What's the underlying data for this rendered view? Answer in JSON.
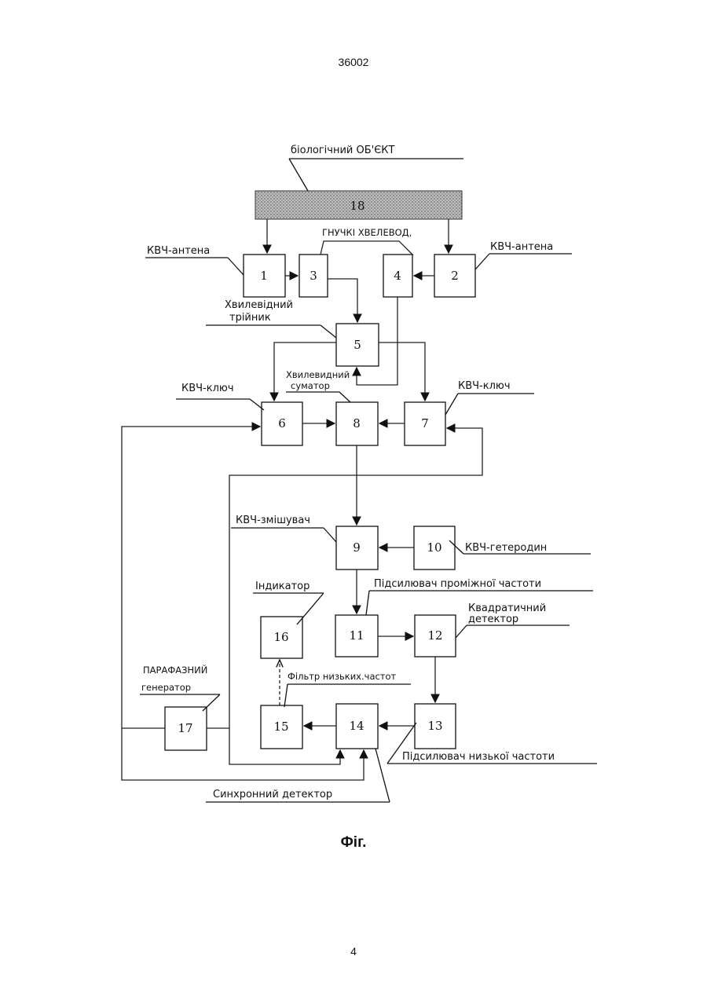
{
  "page": {
    "top_number": "36002",
    "bottom_number": "4",
    "caption": "Фіг."
  },
  "blocks": {
    "b1": "1",
    "b2": "2",
    "b3": "3",
    "b4": "4",
    "b5": "5",
    "b6": "6",
    "b7": "7",
    "b8": "8",
    "b9": "9",
    "b10": "10",
    "b11": "11",
    "b12": "12",
    "b13": "13",
    "b14": "14",
    "b15": "15",
    "b16": "16",
    "b17": "17",
    "b18": "18"
  },
  "labels": {
    "bio_object": "біологічний ОБ'ЄКТ",
    "flexible_waveguides": "ГНУЧКІ ХВЕЛЕВОД,",
    "ehf_antenna_left": "КВЧ-антена",
    "ehf_antenna_right": "КВЧ-антена",
    "waveguide_tee_1": "Хвилевідний",
    "waveguide_tee_2": "трійник",
    "waveguide_adder_1": "Хвилевидний",
    "waveguide_adder_2": "суматор",
    "ehf_switch_left": "КВЧ-ключ",
    "ehf_switch_right": "КВЧ-ключ",
    "ehf_mixer": "КВЧ-змішувач",
    "ehf_heterodyne": "КВЧ-гетеродин",
    "if_amplifier": "Підсилювач проміжної частоти",
    "indicator": "Індикатор",
    "square_detector_1": "Квадратичний",
    "square_detector_2": "детектор",
    "paraphase_gen_1": "ПАРАФАЗНИЙ",
    "paraphase_gen_2": "генератор",
    "lowpass_filter": "Фільтр низьких.частот",
    "lf_amplifier": "Підсилювач низької частоти",
    "sync_detector": "Синхронний детектор"
  }
}
